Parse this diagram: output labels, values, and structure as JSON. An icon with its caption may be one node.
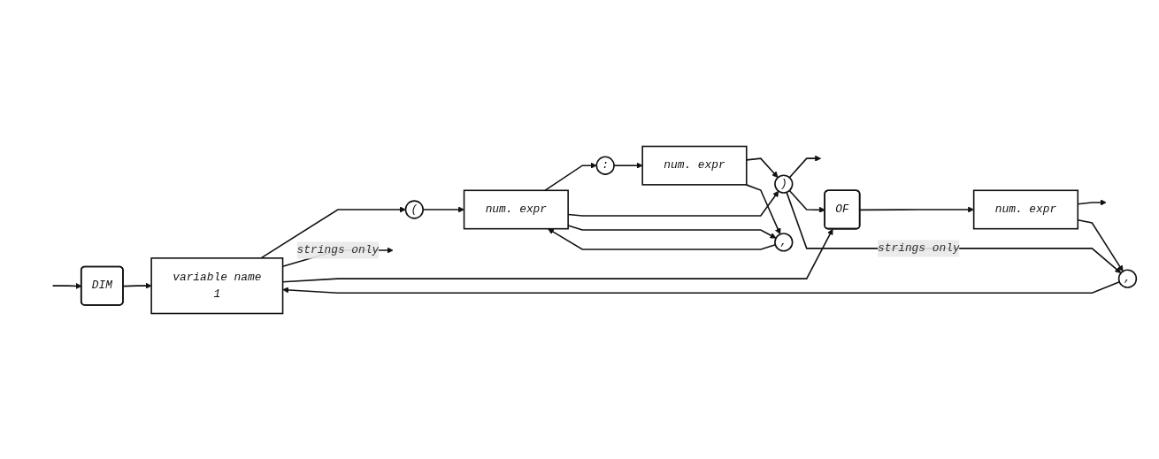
{
  "diagram": {
    "nodes": [
      {
        "text": [
          "DIM"
        ]
      },
      {
        "text": [
          "variable name",
          "1"
        ]
      },
      {
        "text": [
          "("
        ]
      },
      {
        "text": [
          "num. expr"
        ]
      },
      {
        "text": [
          ":"
        ]
      },
      {
        "text": [
          "num. expr"
        ]
      },
      {
        "text": [
          ","
        ]
      },
      {
        "text": [
          ")"
        ]
      },
      {
        "text": [
          "OF"
        ]
      },
      {
        "text": [
          "num. expr"
        ]
      },
      {
        "text": [
          ","
        ]
      }
    ],
    "edges": [
      {
        "from": null,
        "to": 0,
        "arrow": "to"
      },
      {
        "from": 0,
        "to": 1,
        "arrow": "to"
      },
      {
        "from": 1,
        "to": 2,
        "arrow": "to"
      },
      {
        "from": 2,
        "to": 3,
        "arrow": "to"
      },
      {
        "from": 3,
        "to": 4,
        "arrow": "to"
      },
      {
        "from": 4,
        "to": 5,
        "arrow": "to"
      },
      {
        "from": 3,
        "to": 7,
        "arrow": "to"
      },
      {
        "from": 5,
        "to": 7,
        "arrow": "to"
      },
      {
        "from": 3,
        "to": 6,
        "arrow": "to"
      },
      {
        "from": 5,
        "to": 6,
        "arrow": "to"
      },
      {
        "from": 6,
        "to": 3,
        "arrow": "to"
      },
      {
        "from": 1,
        "to": null,
        "arrow": "to",
        "label": "strings only"
      },
      {
        "from": 7,
        "to": null,
        "arrow": "to"
      },
      {
        "from": 7,
        "to": 8,
        "arrow": "to"
      },
      {
        "from": 1,
        "to": 8,
        "arrow": "to"
      },
      {
        "from": 8,
        "to": 9,
        "arrow": "to"
      },
      {
        "from": 7,
        "to": 10,
        "arrow": "to",
        "label": "strings only"
      },
      {
        "from": 9,
        "to": null,
        "arrow": "to"
      },
      {
        "from": 9,
        "to": 10,
        "arrow": "to"
      },
      {
        "from": 10,
        "to": 1,
        "arrow": "to"
      }
    ]
  }
}
